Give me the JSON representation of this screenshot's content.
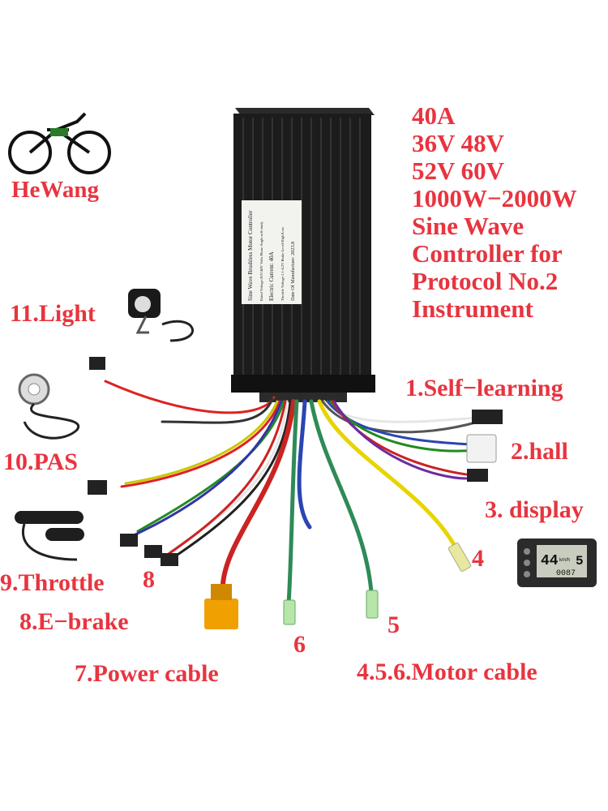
{
  "brand": "HeWang",
  "spec_lines": [
    "40A",
    "36V 48V",
    "52V 60V",
    "1000W−2000W",
    "Sine Wave",
    "Controller for",
    "Protocol No.2",
    "Instrument"
  ],
  "controller_label": {
    "line1": "Sine Wave Brushless Motor Controller",
    "line2": "Rated Voltage:36V/48V Volts   Phase Angle:self-study",
    "line3": "Electric Current: 40A",
    "line4": "Throttle Voltage:1.1-4.2V   Brake Level:High/Low",
    "line5": "Date Of Manufacture: 2023.8"
  },
  "callouts": {
    "self_learning": "1.Self−learning",
    "hall": "2.hall",
    "display": "3. display",
    "motor_4": "4",
    "motor_5": "5",
    "motor_6": "6",
    "motor_cable": "4.5.6.Motor cable",
    "power_cable": "7.Power cable",
    "brake_8": "8",
    "ebrake": "8.E−brake",
    "throttle": "9.Throttle",
    "pas": "10.PAS",
    "light": "11.Light"
  },
  "display_screen": {
    "speed": "44",
    "unit": "km/h",
    "level": "5",
    "odo": "0087"
  },
  "colors": {
    "accent": "#e8343f",
    "controller": "#1a1a1a",
    "background": "#ffffff"
  }
}
